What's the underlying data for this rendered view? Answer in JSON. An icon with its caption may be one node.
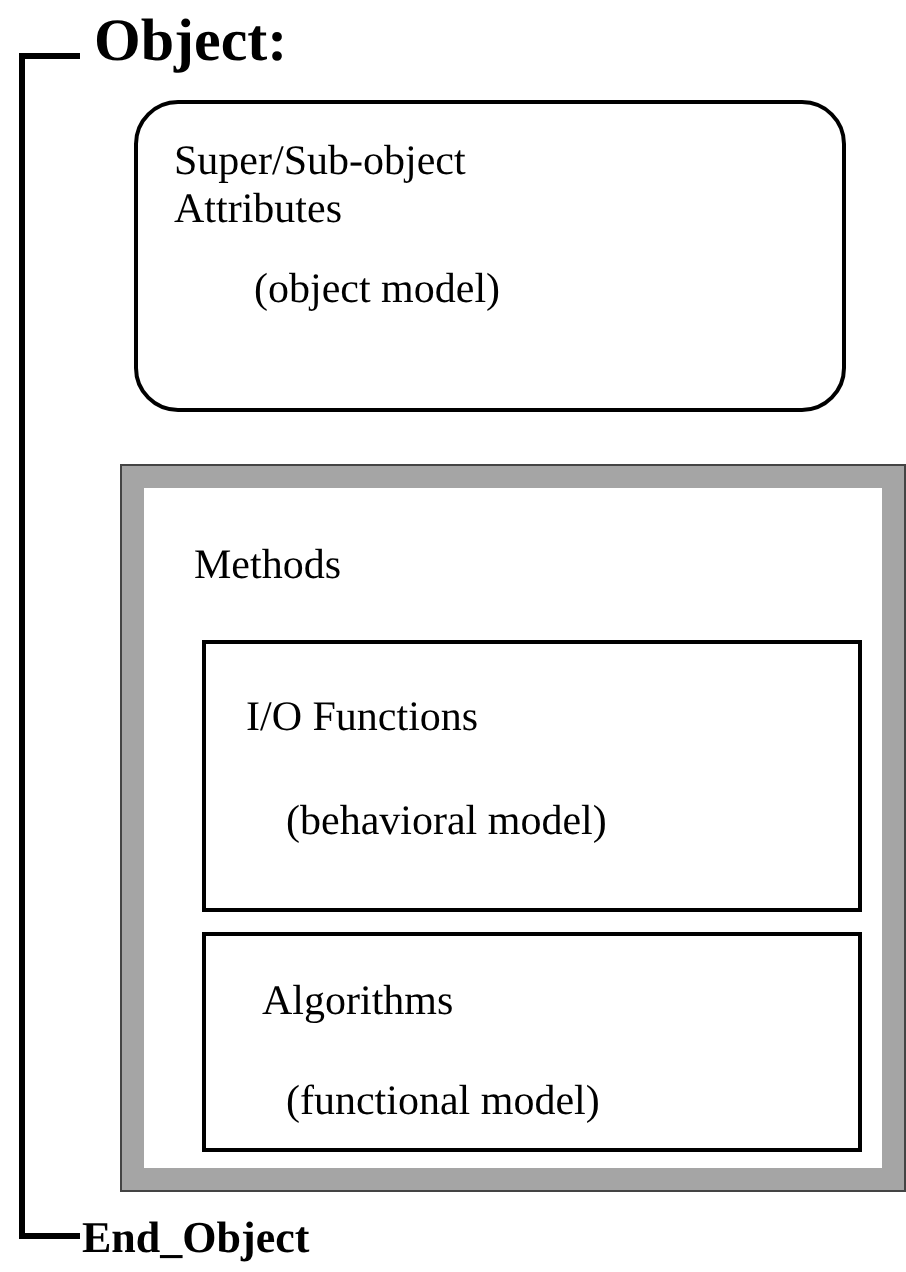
{
  "diagram": {
    "nodes": [
      {
        "text": [
          "Super/Sub-object Attributes",
          "(object model)"
        ]
      },
      {
        "text": [
          "Methods"
        ]
      },
      {
        "text": [
          "I/O Functions",
          "(behavioral model)"
        ],
        "in": 1
      },
      {
        "text": [
          "Algorithms",
          "(functional model)"
        ],
        "in": 1
      }
    ],
    "labels": [
      "Object:",
      "End_Object"
    ]
  }
}
